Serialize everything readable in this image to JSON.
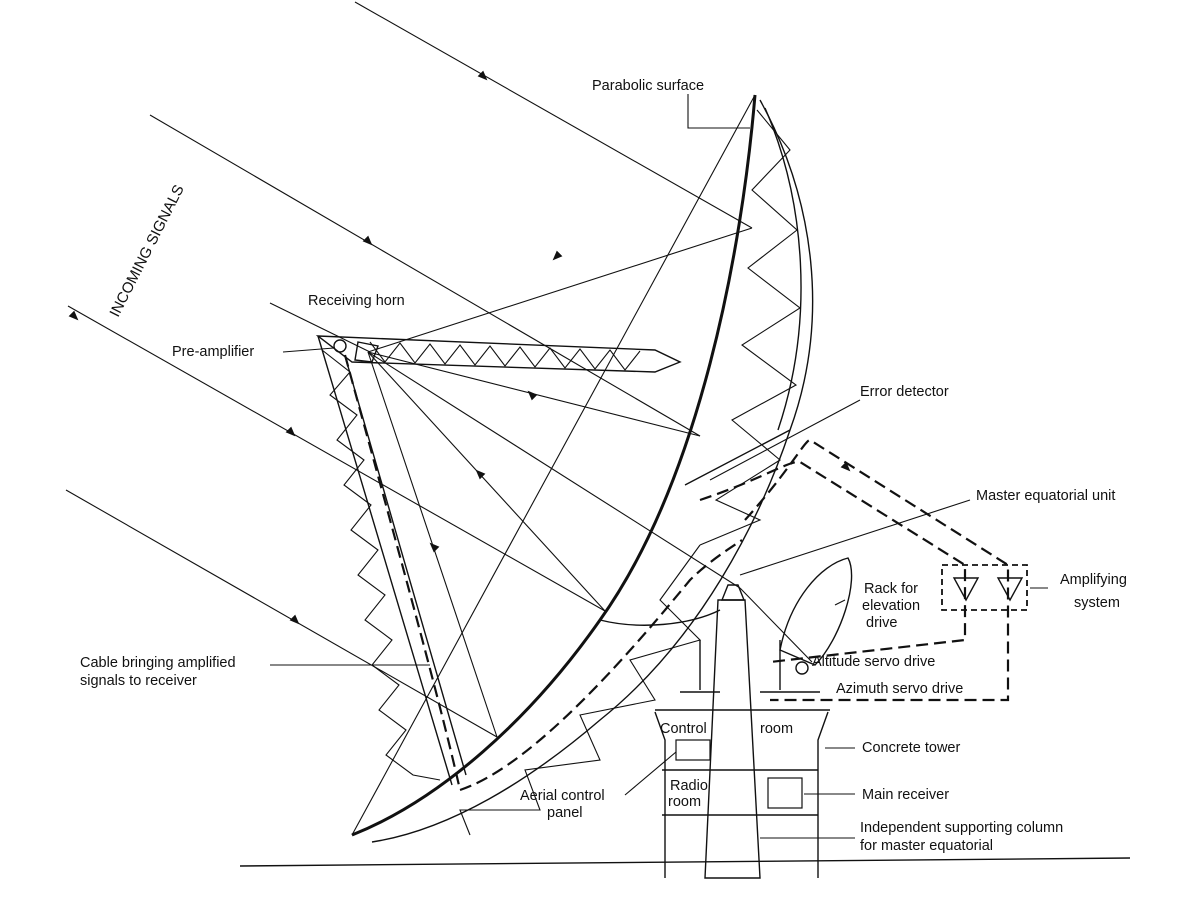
{
  "labels": {
    "incoming_signals": "INCOMING SIGNALS",
    "parabolic_surface": "Parabolic surface",
    "receiving_horn": "Receiving horn",
    "pre_amplifier": "Pre-amplifier",
    "error_detector": "Error detector",
    "master_equatorial_unit": "Master equatorial unit",
    "rack_line1": "Rack for",
    "rack_line2": "elevation",
    "rack_line3": "drive",
    "amplifying_line1": "Amplifying",
    "amplifying_line2": "system",
    "altitude_servo": "Altitude servo drive",
    "azimuth_servo": "Azimuth servo drive",
    "cable_line1": "Cable bringing amplified",
    "cable_line2": "signals to receiver",
    "control_word": "Control",
    "room_word": "room",
    "concrete_tower": "Concrete tower",
    "radio_room_line1": "Radio",
    "radio_room_line2": "room",
    "aerial_line1": "Aerial control",
    "aerial_line2": "panel",
    "main_receiver": "Main receiver",
    "column_line1": "Independent supporting column",
    "column_line2": "for master equatorial"
  }
}
